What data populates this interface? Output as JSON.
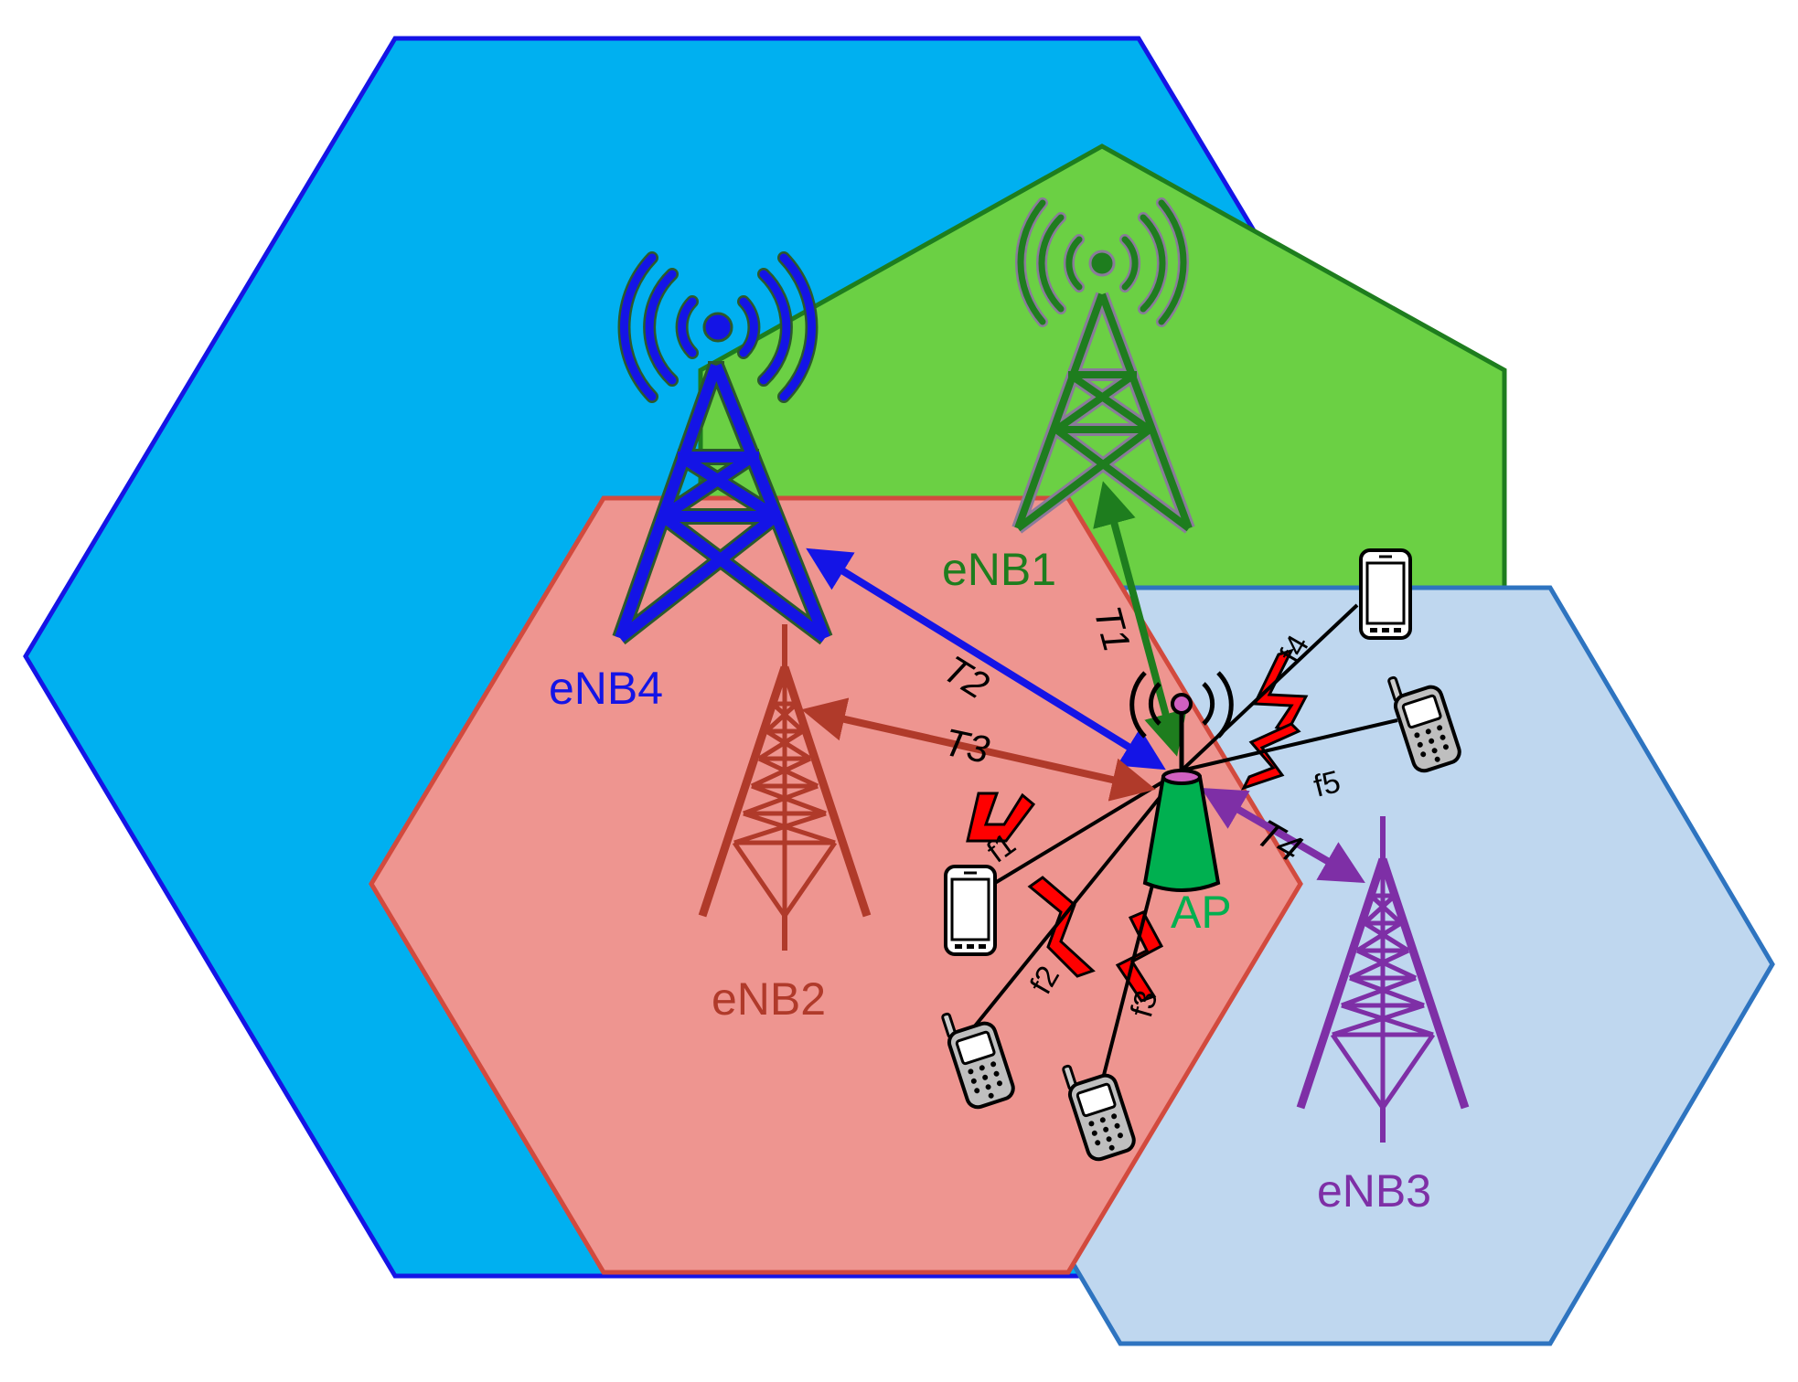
{
  "colors": {
    "enb4": "#1414e6",
    "enb4_fill": "#00b0f0",
    "enb1": "#1e7d1e",
    "enb1_fill": "#6bd044",
    "enb2": "#b03a2a",
    "enb2_fill": "#ee9590",
    "enb3": "#7e2fa6",
    "enb3_fill": "#bfd7ef",
    "enb3_stroke": "#2e74c0",
    "ap": "#00b050",
    "bolt": "#ff0000"
  },
  "stations": {
    "enb1": "eNB1",
    "enb2": "eNB2",
    "enb3": "eNB3",
    "enb4": "eNB4",
    "ap": "AP"
  },
  "links": {
    "t1": "T1",
    "t2": "T2",
    "t3": "T3",
    "t4": "T4"
  },
  "channels": {
    "f1": "f1",
    "f2": "f2",
    "f3": "f3",
    "f4": "f4",
    "f5": "f5"
  }
}
